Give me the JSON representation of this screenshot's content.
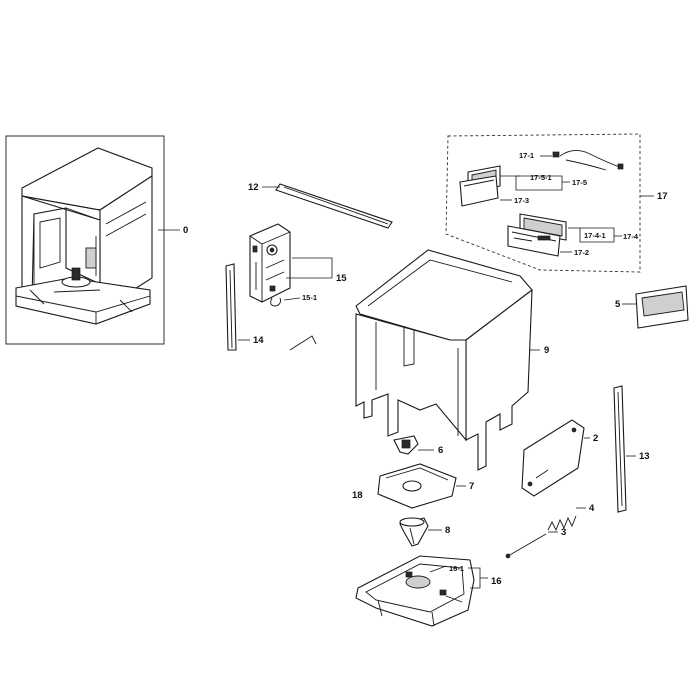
{
  "colors": {
    "line": "#1a1a1a",
    "background": "#ffffff",
    "shading": "#cfcfcf"
  },
  "labels": {
    "p0": "0",
    "p2": "2",
    "p3": "3",
    "p4": "4",
    "p5": "5",
    "p6": "6",
    "p7": "7",
    "p8": "8",
    "p9": "9",
    "p12": "12",
    "p13": "13",
    "p14": "14",
    "p15": "15",
    "p15_1": "15-1",
    "p16": "16",
    "p16_1": "16-1",
    "p17": "17",
    "p17_1": "17-1",
    "p17_2": "17-2",
    "p17_3": "17-3",
    "p17_4": "17-4",
    "p17_4_1": "17-4-1",
    "p17_5": "17-5",
    "p17_5_1": "17-5-1",
    "p18": "18"
  }
}
